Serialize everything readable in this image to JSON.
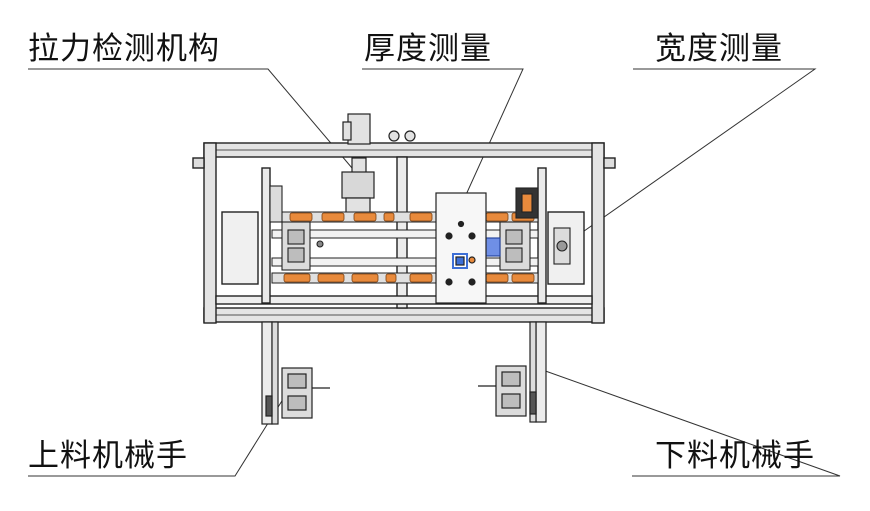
{
  "labels": {
    "tensile": "拉力检测机构",
    "thickness": "厚度测量",
    "width": "宽度测量",
    "loading": "上料机械手",
    "unloading": "下料机械手"
  },
  "colors": {
    "line": "#222222",
    "frame_fill": "#e9e9e9",
    "orange": "#e88a3c",
    "blue": "#3d6fd6",
    "background": "#ffffff"
  }
}
